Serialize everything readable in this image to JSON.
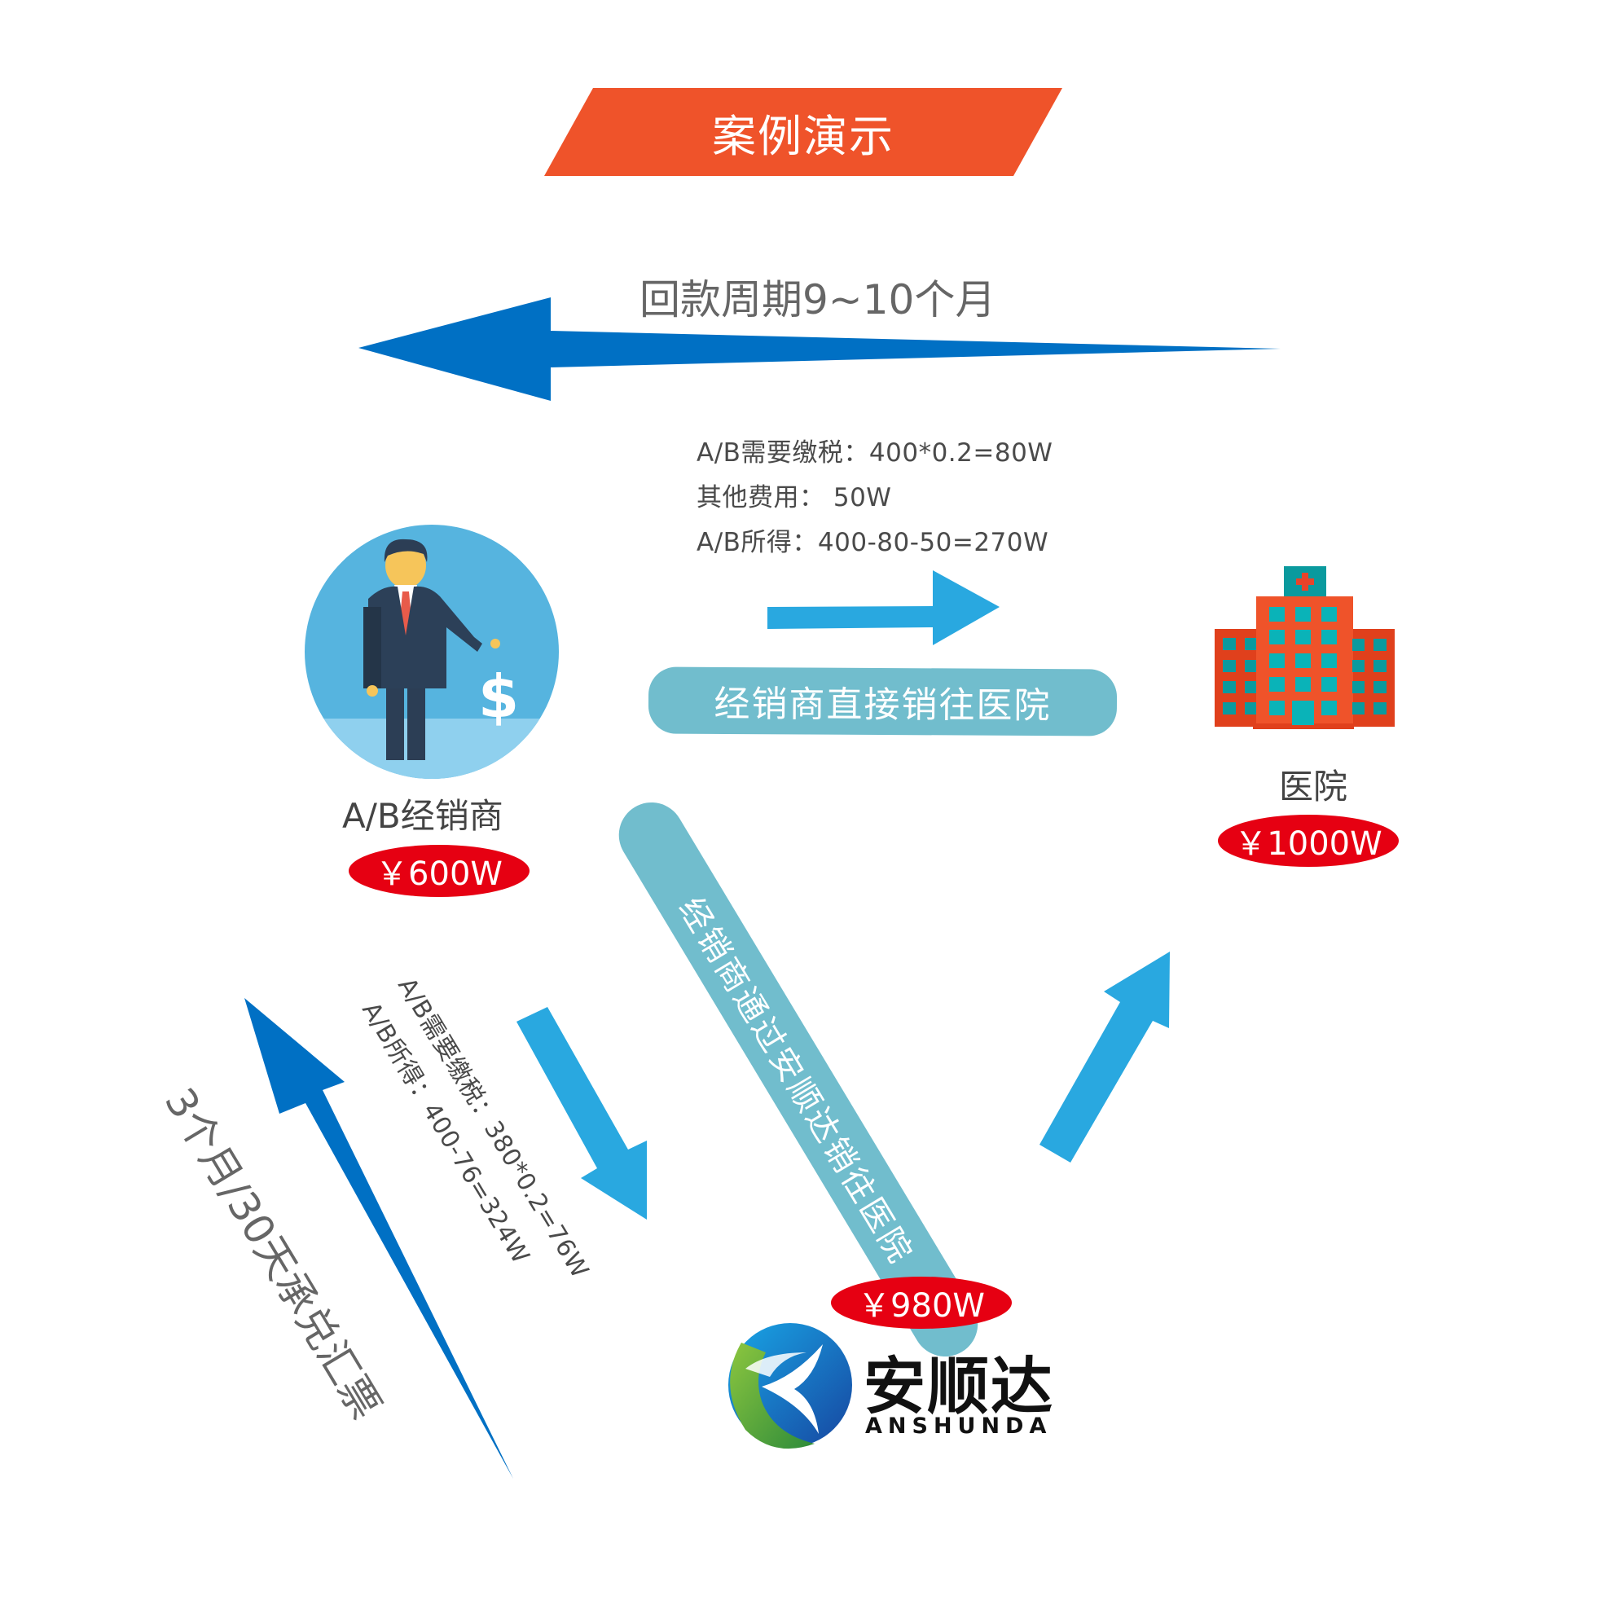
{
  "title": {
    "text": "案例演示",
    "color": "#ef532a"
  },
  "flows": {
    "payback_top": "回款周期9~10个月",
    "payback_left": "3个月/30天承兑汇票",
    "direct_route_label": "经销商直接销往医院",
    "via_route_label": "经销商通过安顺达销往医院"
  },
  "direct_calc": {
    "lines": [
      "A/B需要缴税：400*0.2=80W",
      "其他费用： 50W",
      "A/B所得：400-80-50=270W"
    ]
  },
  "via_calc": {
    "lines": [
      "A/B需要缴税：380*0.2=76W",
      "A/B所得：400-76=324W"
    ]
  },
  "nodes": {
    "dealer": {
      "label": "A/B经销商",
      "amount": "￥600W",
      "icon": "businessman-dollar-icon"
    },
    "hospital": {
      "label": "医院",
      "amount": "￥1000W",
      "icon": "hospital-building-icon"
    },
    "anshunda": {
      "amount": "￥980W",
      "brand_cn": "安顺达",
      "brand_en": "ANSHUNDA",
      "icon": "anshunda-logo-icon"
    }
  },
  "colors": {
    "dark_arrow": "#0070c4",
    "light_arrow": "#29a8e0",
    "pill": "#71bdcd",
    "amount_badge": "#e60012",
    "hospital_red": "#ef532a",
    "hospital_teal": "#0a9a9e"
  }
}
